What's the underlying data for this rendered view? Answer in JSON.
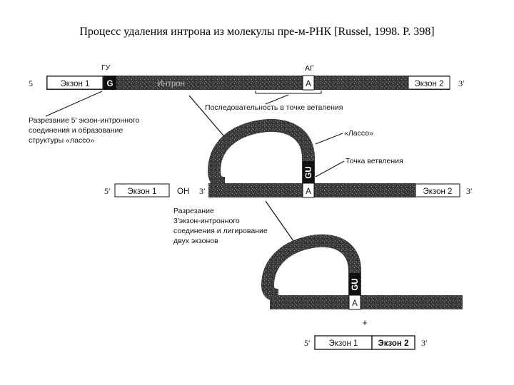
{
  "title": "Процесс удаления интрона из молекулы пре-м-РНК  [Russel, 1998. P. 398]",
  "labels": {
    "gu": "ГУ",
    "ag": "АГ",
    "exon1": "Экзон 1",
    "exon2": "Экзон 2",
    "intron": "Интрон",
    "g": "G",
    "a": "A",
    "gu_lasso": "GU",
    "oh": "OH",
    "five_prime": "5",
    "five_prime_mark": "5′",
    "three_prime": "3′",
    "plus": "+",
    "cut5_line1": "Разрезание 5′ экзон-интронного",
    "cut5_line2": "соединения и образование",
    "cut5_line3": "структуры «лассо»",
    "branch_seq": "Последовательность в точке ветвления",
    "lasso": "«Лассо»",
    "branch_point": "Точка ветвления",
    "cut3_line1": "Разрезание",
    "cut3_line2": "3′экзон-интронного",
    "cut3_line3": "соединения и лигирование",
    "cut3_line4": "двух экзонов"
  },
  "colors": {
    "rna_dark": "#3a3a3a",
    "rna_mid": "#6a6a6a",
    "box_fill": "#ffffff",
    "line": "#111111"
  }
}
